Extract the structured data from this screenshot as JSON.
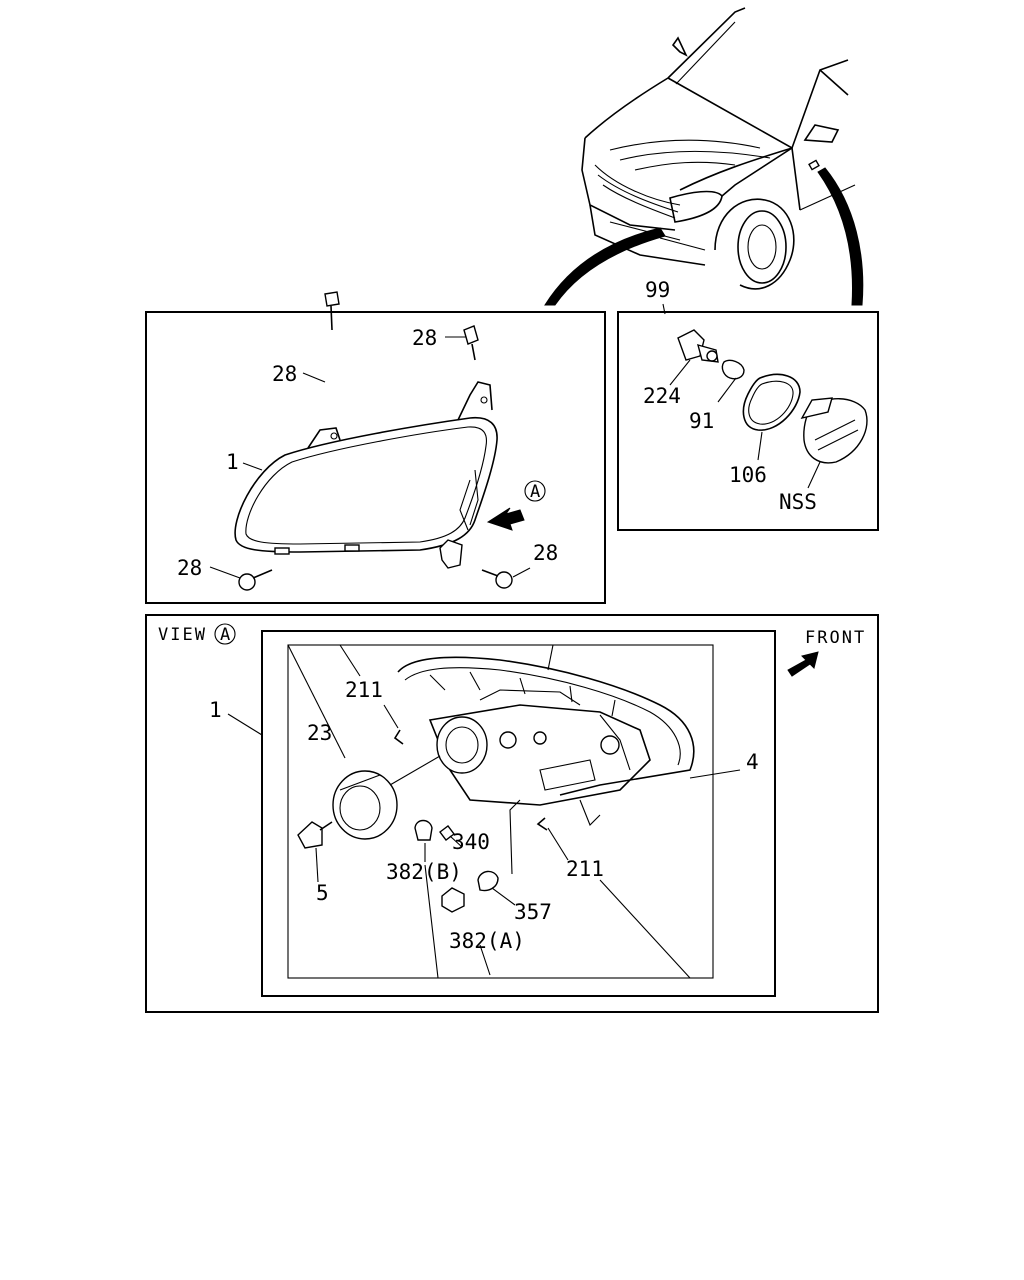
{
  "callouts": {
    "top_group": "99",
    "screw_top_right": "28",
    "screw_top_left": "28",
    "screw_bottom_left": "28",
    "screw_bottom_right": "28",
    "headlamp_top": "1",
    "view_arrow_marker": "A",
    "socket": "224",
    "bulb_small": "91",
    "gasket": "106",
    "side_lamp": "NSS",
    "headlamp_view": "1",
    "clip_top": "211",
    "cap": "23",
    "bulb_main": "5",
    "housing": "4",
    "bulb_340": "340",
    "bulb_382b": "382(B)",
    "bulb_357": "357",
    "clip_bottom": "211",
    "bulb_382a": "382(A)"
  },
  "view_label": {
    "text": "VIEW",
    "marker": "A"
  },
  "front_label": "FRONT"
}
